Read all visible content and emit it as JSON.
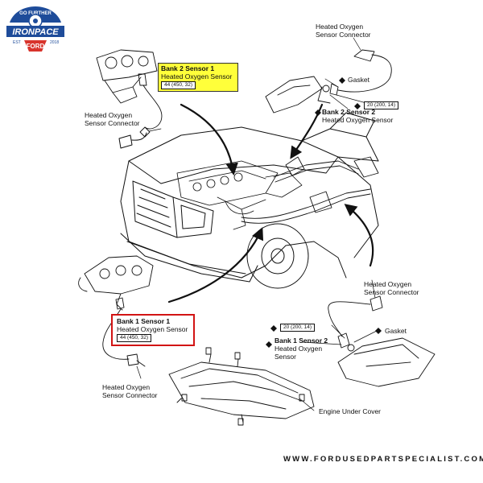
{
  "logo": {
    "top_text": "GO FURTHER",
    "main_text": "IRONPACE",
    "est": "EST",
    "year": "2018",
    "brand": "FORD"
  },
  "labels": {
    "b2s1_title": "Bank 2 Sensor 1",
    "b2s1_sub": "Heated Oxygen Sensor",
    "b2s1_spec": "44 (450, 32)",
    "hos_connector_tl_1": "Heated  Oxygen",
    "hos_connector_tl_2": "Sensor Connector",
    "hos_connector_tr_1": "Heated Oxygen",
    "hos_connector_tr_2": "Sensor Connector",
    "gasket_top": "Gasket",
    "b2s2_title": "Bank 2 Sensor 2",
    "b2s2_sub": "Heated Oxygen Sensor",
    "spec_20_top": "20 (200, 14)",
    "hos_connector_mr_1": "Heated Oxygen",
    "hos_connector_mr_2": "Sensor Connector",
    "gasket_bottom": "Gasket",
    "spec_20_bottom": "20 (200, 14)",
    "b1s2_title": "Bank 1 Sensor 2",
    "b1s2_sub_1": "Heated Oxygen",
    "b1s2_sub_2": "Sensor",
    "b1s1_title": "Bank 1 Sensor 1",
    "b1s1_sub": "Heated Oxygen Sensor",
    "b1s1_spec": "44 (450, 32)",
    "hos_connector_bl_1": "Heated Oxygen",
    "hos_connector_bl_2": "Sensor Connector",
    "engine_under_cover": "Engine Under Cover"
  },
  "footer": {
    "website": "WWW.FORDUSEDPARTSPECIALIST.COM"
  },
  "colors": {
    "highlight_yellow": "#ffff3a",
    "highlight_red": "#d21414",
    "logo_blue": "#1e4c9a",
    "logo_red": "#d8342c",
    "ink": "#111111"
  }
}
